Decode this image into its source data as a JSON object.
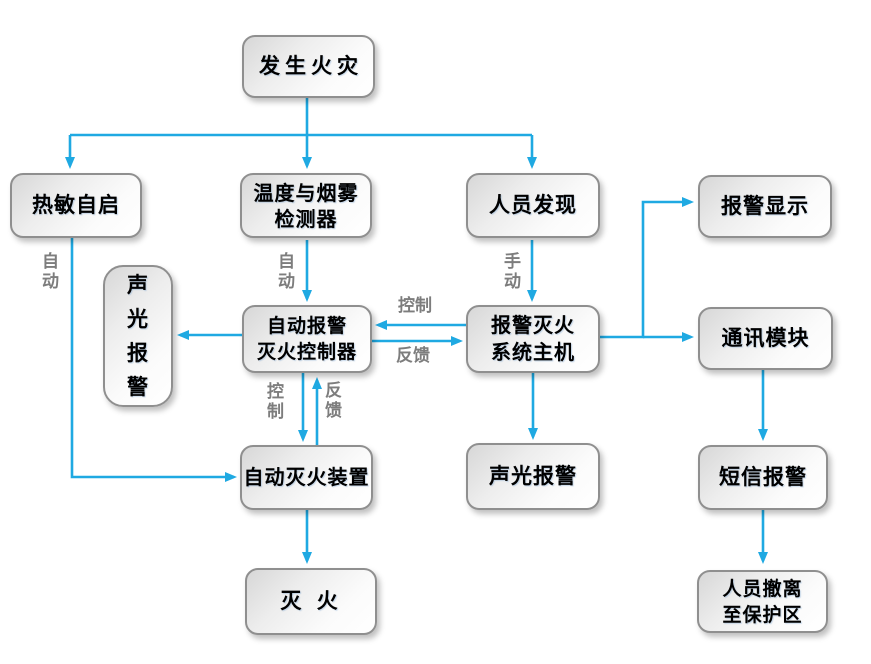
{
  "diagram_title": "fire-alarm-extinguishing-system-flowchart",
  "colors": {
    "arrow": "#1fa9e2",
    "box_border": "#8f8f8f",
    "node_text": "#000000",
    "edge_label": "#7d7d7d",
    "background": "#ffffff"
  },
  "nodes": {
    "fire": {
      "label": "发生火灾"
    },
    "thermal": {
      "label": "热敏自启"
    },
    "detector": {
      "label": "温度与烟雾\n检测器"
    },
    "personnel": {
      "label": "人员发现"
    },
    "alarm_display": {
      "label": "报警显示"
    },
    "sound_light_left": {
      "label": "声\n光\n报\n警"
    },
    "controller": {
      "label": "自动报警\n灭火控制器"
    },
    "host": {
      "label": "报警灭火\n系统主机"
    },
    "comm_module": {
      "label": "通讯模块"
    },
    "extinguish_device": {
      "label": "自动灭火装置"
    },
    "sound_light_bottom": {
      "label": "声光报警"
    },
    "sms_alarm": {
      "label": "短信报警"
    },
    "extinguish": {
      "label": "灭 火"
    },
    "evacuate": {
      "label": "人员撤离\n至保护区"
    }
  },
  "edge_labels": {
    "auto_thermal": "自\n动",
    "auto_detector": "自\n动",
    "manual": "手\n动",
    "control_horizontal": "控制",
    "feedback_horizontal": "反馈",
    "control_vertical": "控\n制",
    "feedback_vertical": "反\n馈"
  }
}
